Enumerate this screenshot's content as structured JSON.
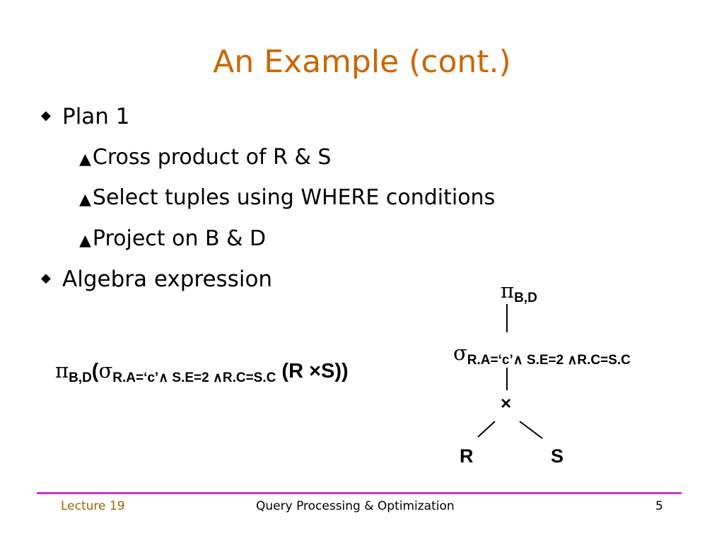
{
  "slide": {
    "title": "An Example (cont.)",
    "bullets": [
      {
        "text": "Plan 1"
      },
      {
        "text": "Cross product of R & S"
      },
      {
        "text": "Select tuples using WHERE conditions"
      },
      {
        "text": "Project on B & D"
      },
      {
        "text": "Algebra expression"
      }
    ],
    "expression": {
      "pi": "π",
      "pi_sub": "B,D",
      "open": "(",
      "sigma": "σ",
      "sigma_sub": "R.A=‘c’∧ S.E=2 ∧R.C=S.C",
      "rest": " (R ×S))"
    },
    "tree": {
      "pi": "π",
      "pi_sub": "B,D",
      "sigma": "σ",
      "sigma_sub": "R.A=‘c’∧ S.E=2 ∧R.C=S.C",
      "cross": "×",
      "left": "R",
      "right": "S"
    }
  },
  "footer": {
    "left": "Lecture 19",
    "center": "Query Processing & Optimization",
    "right": "5"
  },
  "colors": {
    "title": "#cc6600",
    "footer_rule": "#cc33cc",
    "footer_left": "#996600"
  }
}
